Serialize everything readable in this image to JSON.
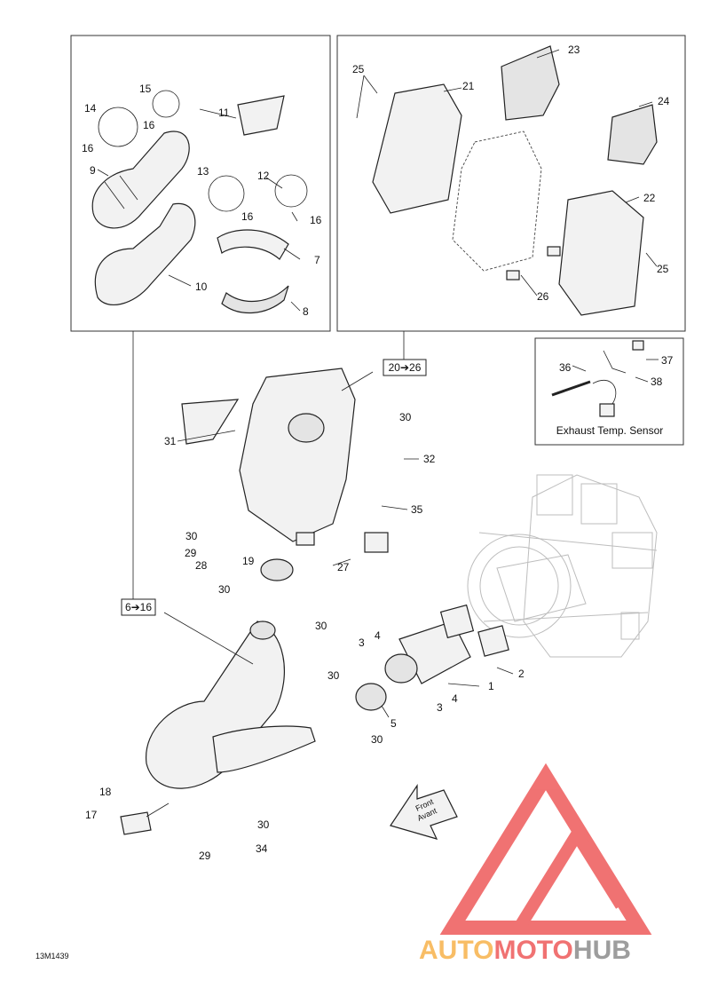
{
  "callouts": {
    "c1": "1",
    "c2": "2",
    "c3a": "3",
    "c3b": "3",
    "c4a": "4",
    "c4b": "4",
    "c5": "5",
    "c7": "7",
    "c8": "8",
    "c9": "9",
    "c10": "10",
    "c11": "11",
    "c12": "12",
    "c13": "13",
    "c14": "14",
    "c15": "15",
    "c16a": "16",
    "c16b": "16",
    "c16c": "16",
    "c16d": "16",
    "c17": "17",
    "c18": "18",
    "c19": "19",
    "c21": "21",
    "c22": "22",
    "c23": "23",
    "c24": "24",
    "c25a": "25",
    "c25b": "25",
    "c26": "26",
    "c27": "27",
    "c28": "28",
    "c29a": "29",
    "c29b": "29",
    "c30a": "30",
    "c30b": "30",
    "c30c": "30",
    "c30d": "30",
    "c30e": "30",
    "c30f": "30",
    "c30g": "30",
    "c31": "31",
    "c32": "32",
    "c34": "34",
    "c35": "35",
    "c36": "36",
    "c37": "37",
    "c38": "38"
  },
  "group_labels": {
    "muffler_group": "20➔26",
    "pipe_group": "6➔16"
  },
  "sensor_caption": "Exhaust Temp. Sensor",
  "front_arrow": {
    "line1": "Front",
    "line2": "Avant"
  },
  "diagram_code": "13M1439",
  "watermark": {
    "auto": "AUTO",
    "moto": "MOTO",
    "hub": "HUB"
  },
  "colors": {
    "watermark_red": "#ee5a5a",
    "watermark_orange": "#f7b24b",
    "watermark_gray": "#8c8c8c"
  }
}
